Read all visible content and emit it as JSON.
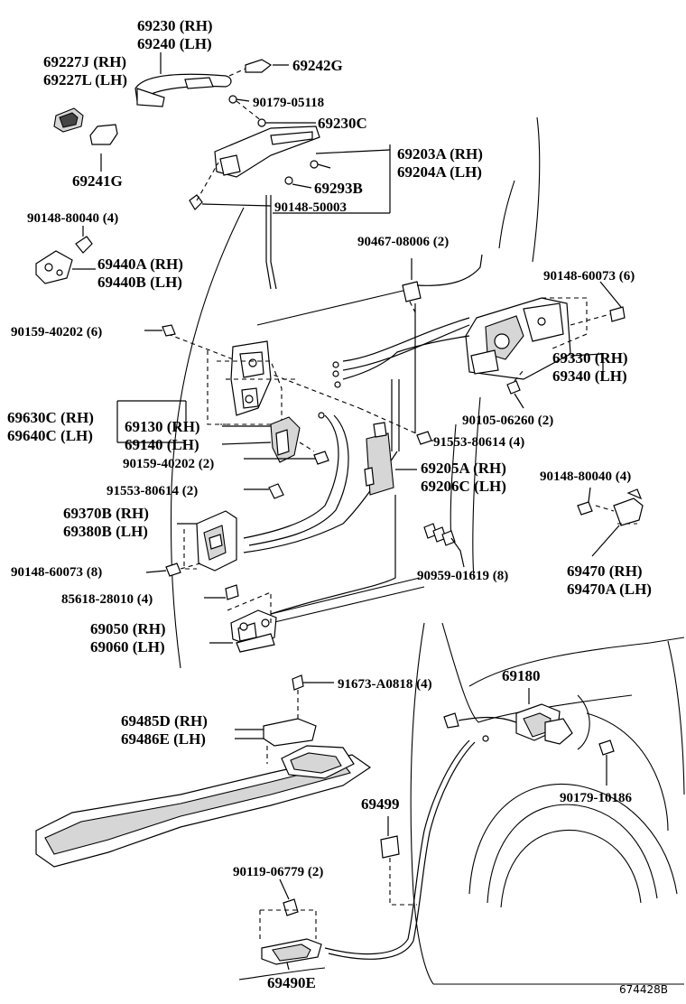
{
  "labels": {
    "p69230": "69230 (RH)",
    "p69240": "69240 (LH)",
    "p69227J": "69227J (RH)",
    "p69227L": "69227L (LH)",
    "p69242G": "69242G",
    "p90179_05118": "90179-05118",
    "p69230C": "69230C",
    "p69203A": "69203A (RH)",
    "p69204A": "69204A (LH)",
    "p69241G": "69241G",
    "p69293B": "69293B",
    "p90148_50003": "90148-50003",
    "p90148_80040a": "90148-80040 (4)",
    "p90467_08006": "90467-08006 (2)",
    "p69440A": "69440A (RH)",
    "p69440B": "69440B (LH)",
    "p90148_60073a": "90148-60073 (6)",
    "p90159_40202a": "90159-40202 (6)",
    "p69330": "69330 (RH)",
    "p69340": "69340 (LH)",
    "p90105_06260": "90105-06260 (2)",
    "p69630C": "69630C (RH)",
    "p69640C": "69640C (LH)",
    "p69130": "69130 (RH)",
    "p69140": "69140 (LH)",
    "p91553_80614a": "91553-80614 (4)",
    "p90159_40202b": "90159-40202 (2)",
    "p69205A": "69205A (RH)",
    "p69206C": "69206C (LH)",
    "p90148_80040b": "90148-80040 (4)",
    "p91553_80614b": "91553-80614 (2)",
    "p69370B": "69370B (RH)",
    "p69380B": "69380B (LH)",
    "p90148_60073b": "90148-60073 (8)",
    "p90959_01619": "90959-01619 (8)",
    "p69470": "69470 (RH)",
    "p69470A": "69470A (LH)",
    "p85618_28010": "85618-28010 (4)",
    "p69050": "69050 (RH)",
    "p69060": "69060 (LH)",
    "p69180": "69180",
    "p91673_A0818": "91673-A0818 (4)",
    "p69485D": "69485D (RH)",
    "p69486E": "69486E (LH)",
    "p90179_10186": "90179-10186",
    "p69499": "69499",
    "p90119_06779": "90119-06779 (2)",
    "p69490E": "69490E",
    "drawing_id": "674428B"
  }
}
